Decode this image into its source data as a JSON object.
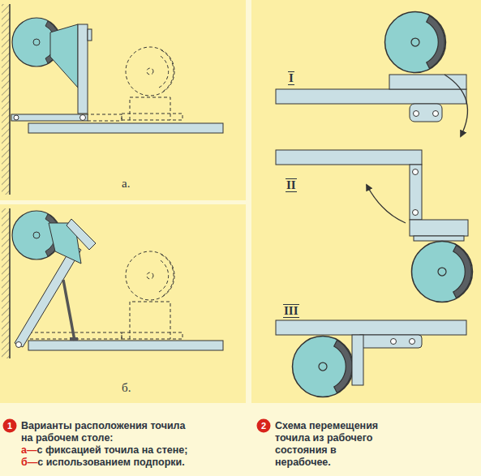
{
  "diagram": {
    "labels": [
      "а.",
      "б.",
      "I",
      "II",
      "III",
      "1",
      "Варианты расположения точила на рабочем столе:",
      "а—",
      "с фиксацией точила на стене;",
      "б—",
      "с использованием подпорки.",
      "2",
      "Схема перемещения точила из рабочего состояния в нерабочее."
    ]
  }
}
